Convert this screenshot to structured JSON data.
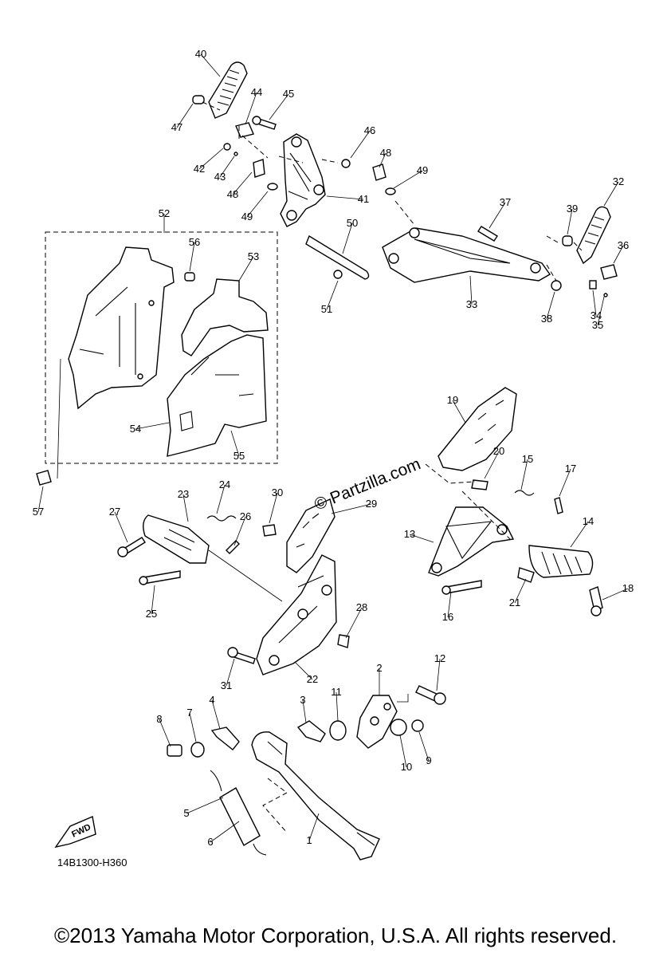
{
  "diagram": {
    "ref_code": "14B1300-H360",
    "watermark": "© Partzilla.com",
    "fwd_label": "FWD",
    "copyright": "©2013 Yamaha Motor Corporation, U.S.A. All rights reserved.",
    "callouts": [
      "1",
      "2",
      "3",
      "4",
      "5",
      "6",
      "7",
      "8",
      "9",
      "10",
      "11",
      "12",
      "13",
      "14",
      "15",
      "16",
      "17",
      "18",
      "19",
      "20",
      "21",
      "22",
      "23",
      "24",
      "25",
      "26",
      "27",
      "28",
      "29",
      "30",
      "31",
      "32",
      "33",
      "34",
      "35",
      "36",
      "37",
      "38",
      "39",
      "40",
      "41",
      "42",
      "43",
      "44",
      "45",
      "46",
      "47",
      "48",
      "48",
      "49",
      "49",
      "50",
      "51",
      "52",
      "53",
      "54",
      "55",
      "56",
      "57"
    ]
  }
}
